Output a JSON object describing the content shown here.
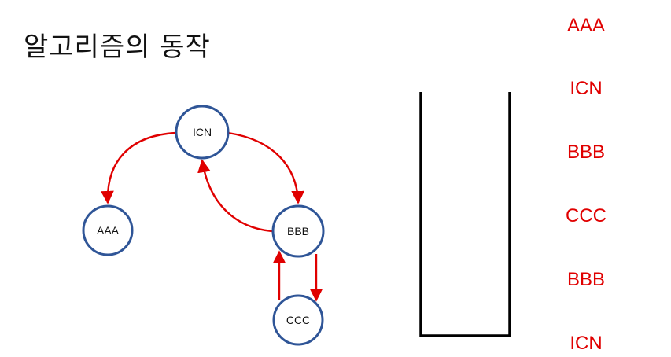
{
  "title": "알고리즘의 동작",
  "colors": {
    "edge": "#e00000",
    "node_border": "#2f5597",
    "result_text": "#e00000"
  },
  "nodes": [
    {
      "id": "ICN",
      "label": "ICN"
    },
    {
      "id": "AAA",
      "label": "AAA"
    },
    {
      "id": "BBB",
      "label": "BBB"
    },
    {
      "id": "CCC",
      "label": "CCC"
    }
  ],
  "edges": [
    {
      "from": "ICN",
      "to": "AAA"
    },
    {
      "from": "ICN",
      "to": "BBB"
    },
    {
      "from": "BBB",
      "to": "ICN"
    },
    {
      "from": "BBB",
      "to": "CCC"
    },
    {
      "from": "CCC",
      "to": "BBB"
    }
  ],
  "result_sequence": [
    "AAA",
    "ICN",
    "BBB",
    "CCC",
    "BBB",
    "ICN"
  ]
}
